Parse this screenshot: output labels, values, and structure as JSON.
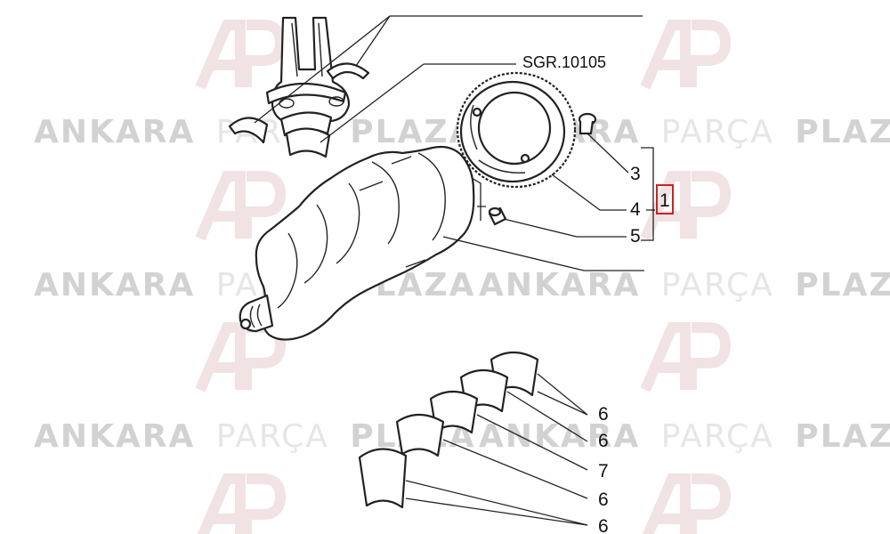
{
  "watermark": {
    "brand_a": "ANKARA",
    "brand_b": "PARÇA",
    "brand_c": "PLAZA",
    "logo_letters": "AP",
    "color_dark": "#d2d2d2",
    "color_light": "#e6e6e6",
    "color_logo": "#f1e3e3"
  },
  "diagram": {
    "reference_code": "SGR.10105",
    "callouts": {
      "screw": "3",
      "gear": "4",
      "pin": "5",
      "crankshaft": "1",
      "bearing_a": "6",
      "bearing_b": "6",
      "bearing_c": "7",
      "bearing_d": "6",
      "bearing_e": "6"
    },
    "highlight_color": "#cc2222"
  }
}
